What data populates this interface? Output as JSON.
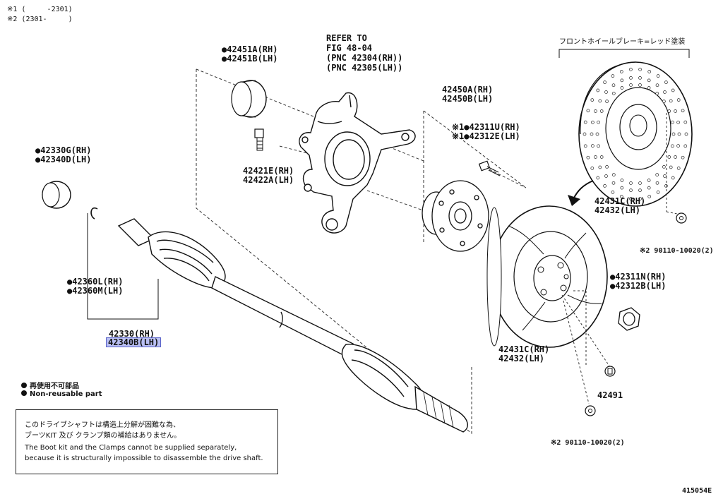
{
  "header": {
    "range1": "※1 (     -2301)",
    "range2": "※2 (2301-     )"
  },
  "jp_brake_note": "フロントホイールブレーキ=レッド塗装",
  "refer": {
    "line1": "REFER TO",
    "line2": "FIG 48-04",
    "line3": "(PNC 42304(RH))",
    "line4": "(PNC 42305(LH))"
  },
  "parts": {
    "p42451A": "●42451A(RH)",
    "p42451B": "●42451B(LH)",
    "p42450A": "42450A(RH)",
    "p42450B": "42450B(LH)",
    "p42311U": "※1●42311U(RH)",
    "p42312E": "※1●42312E(LH)",
    "p42421E": "42421E(RH)",
    "p42422A": "42422A(LH)",
    "p42330G": "●42330G(RH)",
    "p42340D": "●42340D(LH)",
    "p42360L": "●42360L(RH)",
    "p42360M": "●42360M(LH)",
    "p42330": "42330(RH)",
    "p42340B": "42340B(LH)",
    "p42431C_a": "42431C(RH)",
    "p42432_a": "42432(LH)",
    "p90110_a": "※2 90110-10020(2)",
    "p42311N": "●42311N(RH)",
    "p42312B": "●42312B(LH)",
    "p42431C_b": "42431C(RH)",
    "p42432_b": "42432(LH)",
    "p42491": "42491",
    "p90110_b": "※2 90110-10020(2)"
  },
  "legend": {
    "jp": "再使用不可部品",
    "en": "Non-reusable part"
  },
  "note": {
    "jp1": "このドライブシャフトは構造上分解が困難な為、",
    "jp2": "ブーツKIT 及び クランプ類の補給はありません。",
    "en1": "The Boot kit and the Clamps cannot be supplied separately,",
    "en2": "because it is structurally impossible to disassemble the drive shaft."
  },
  "figure_id": "415054E",
  "colors": {
    "highlight": "#b9bff2",
    "ink": "#111111"
  }
}
